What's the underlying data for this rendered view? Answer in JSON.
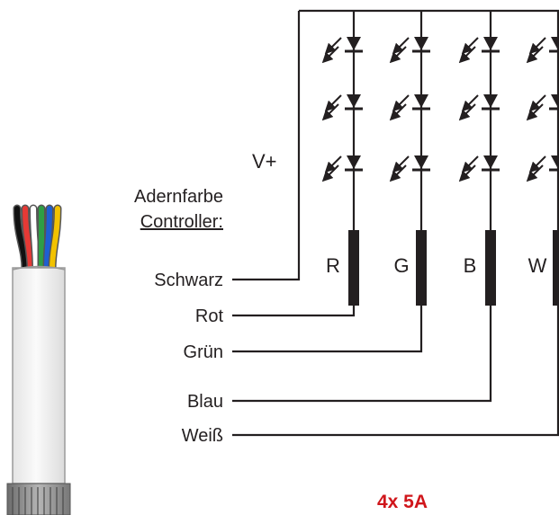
{
  "heading": {
    "line1": "Adernfarbe",
    "line2": "Controller:"
  },
  "supply_label": "V+",
  "wires": [
    {
      "label": "Schwarz",
      "color": "#111111"
    },
    {
      "label": "Rot",
      "color": "#e53935"
    },
    {
      "label": "Grün",
      "color": "#2e9e44"
    },
    {
      "label": "Blau",
      "color": "#1e5fd1"
    },
    {
      "label": "Weiß",
      "color": "#ffffff"
    }
  ],
  "channels": [
    {
      "letter": "R"
    },
    {
      "letter": "G"
    },
    {
      "letter": "B"
    },
    {
      "letter": "W"
    }
  ],
  "rating": "4x 5A",
  "colors": {
    "line": "#231f20",
    "rating": "#d0161b",
    "cable_sheath": "#f1f1f1"
  }
}
